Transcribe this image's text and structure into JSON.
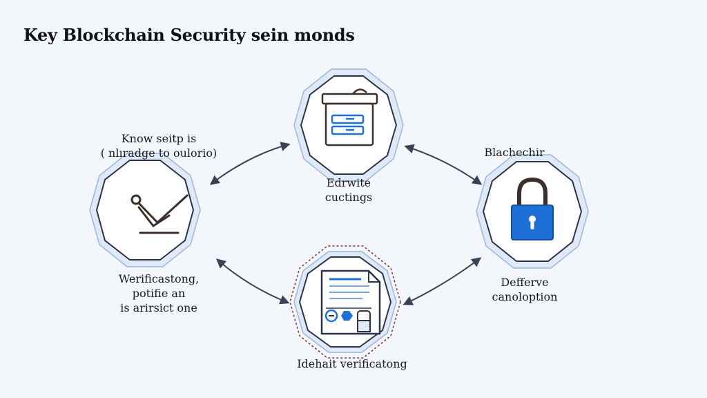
{
  "title": "Key Blockchain Security sein monds",
  "labels": {
    "top_left": "Know seitp is\n( nlıradge to oulorio)",
    "top": "Edrwite\ncuctings",
    "right": "Blachechir",
    "left": "Werificastong,\npotifie an\nis arirsict one",
    "right_bottom": "Defferve\ncanoloption",
    "bottom": "Idehait verificatong"
  },
  "nodes": [
    {
      "id": "left",
      "icon": "checkmark-pen-icon"
    },
    {
      "id": "top",
      "icon": "server-device-icon"
    },
    {
      "id": "right",
      "icon": "padlock-icon"
    },
    {
      "id": "bottom",
      "icon": "document-id-icon"
    }
  ],
  "colors": {
    "node_fill": "#ffffff",
    "node_halo": "#dfe9f7",
    "node_outline": "#2b3448",
    "arrow": "#3a4356",
    "accent_blue": "#1e6fd6",
    "icon_dark": "#3c2e2a"
  }
}
